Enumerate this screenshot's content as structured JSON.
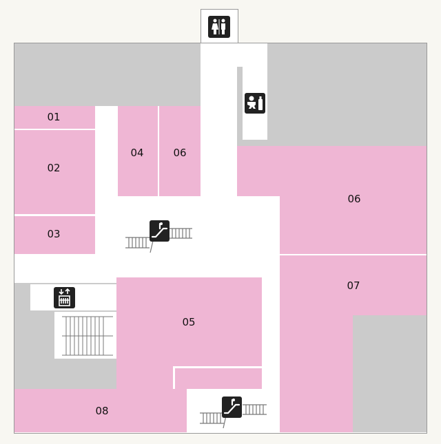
{
  "colors": {
    "store": "#efb6d4",
    "service": "#cbcbcb",
    "corridor": "#ffffff",
    "background": "#f8f7f2"
  },
  "units": [
    {
      "label": "01"
    },
    {
      "label": "02"
    },
    {
      "label": "03"
    },
    {
      "label": "04"
    },
    {
      "label": "06"
    },
    {
      "label": "06"
    },
    {
      "label": "07"
    },
    {
      "label": "05"
    },
    {
      "label": "08"
    }
  ],
  "facilities": {
    "restroom": "restroom-icon",
    "nursing_room": "baby-care-icon",
    "elevator": "elevator-icon",
    "escalator": "escalator-icon"
  }
}
